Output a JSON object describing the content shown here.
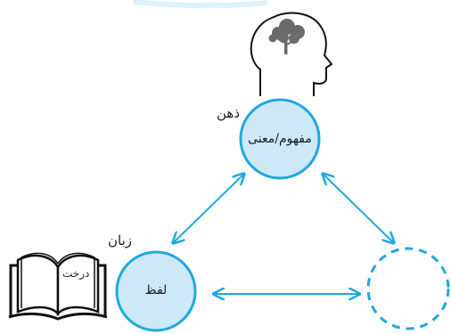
{
  "nodes": {
    "concept": {
      "label": "مفهوم/معنی",
      "caption": "ذهن"
    },
    "word": {
      "label": "لفظ",
      "caption": "زبان"
    },
    "referent": {
      "label": ""
    }
  },
  "book": {
    "word": "درخت"
  },
  "colors": {
    "circle_fill": "#cde9f8",
    "circle_stroke": "#1ea8e0",
    "arrow": "#1ea8e0",
    "ink": "#111111",
    "tree": "#6b6b6b"
  },
  "icons": {
    "head": "head-with-tree-icon",
    "book": "open-book-icon"
  }
}
